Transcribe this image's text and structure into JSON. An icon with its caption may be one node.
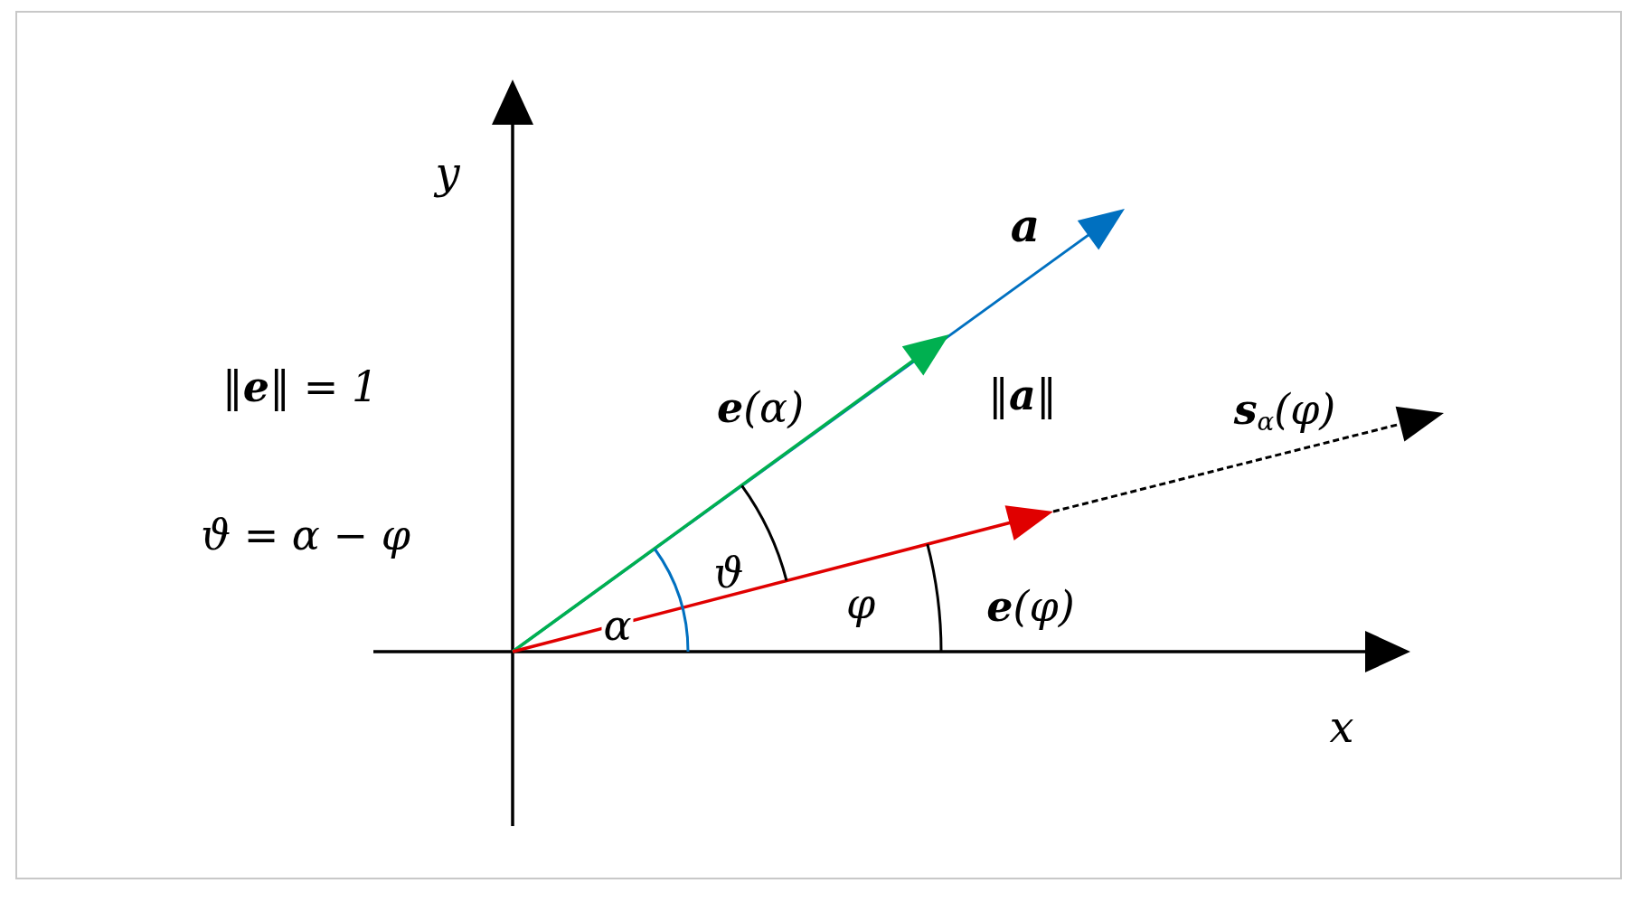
{
  "diagram": {
    "labels": [
      "y",
      "a",
      "‖**e**‖ = 1",
      "‖**a**‖",
      "**e**(α)",
      "**s**$_{α}$(φ)",
      "ϑ = α − φ",
      "ϑ",
      "φ",
      "α",
      "**e**(φ)",
      "x"
    ]
  }
}
